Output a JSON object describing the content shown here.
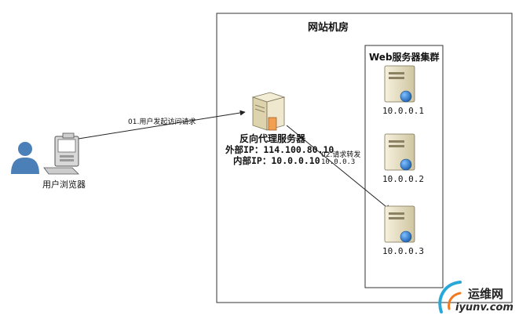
{
  "room": {
    "title": "网站机房"
  },
  "cluster": {
    "title": "Web服务器集群"
  },
  "proxy": {
    "title": "反向代理服务器",
    "external_ip": "外部IP：114.100.80.10",
    "internal_ip": "内部IP：10.0.0.10"
  },
  "user": {
    "label": "用户浏览器"
  },
  "edges": {
    "request": "01.用户发起访问请求",
    "forward_line1": "02.请求转发",
    "forward_line2": "10.0.0.3"
  },
  "servers": [
    {
      "ip": "10.0.0.1"
    },
    {
      "ip": "10.0.0.2"
    },
    {
      "ip": "10.0.0.3"
    }
  ],
  "watermark": {
    "text": "运维网",
    "url": "iyunv.com"
  },
  "colors": {
    "frame": "#333333",
    "server_body": "#e9e2c6",
    "globe": "#1f6fc7",
    "user": "#4a7fb8",
    "accent": "#f0a050"
  }
}
